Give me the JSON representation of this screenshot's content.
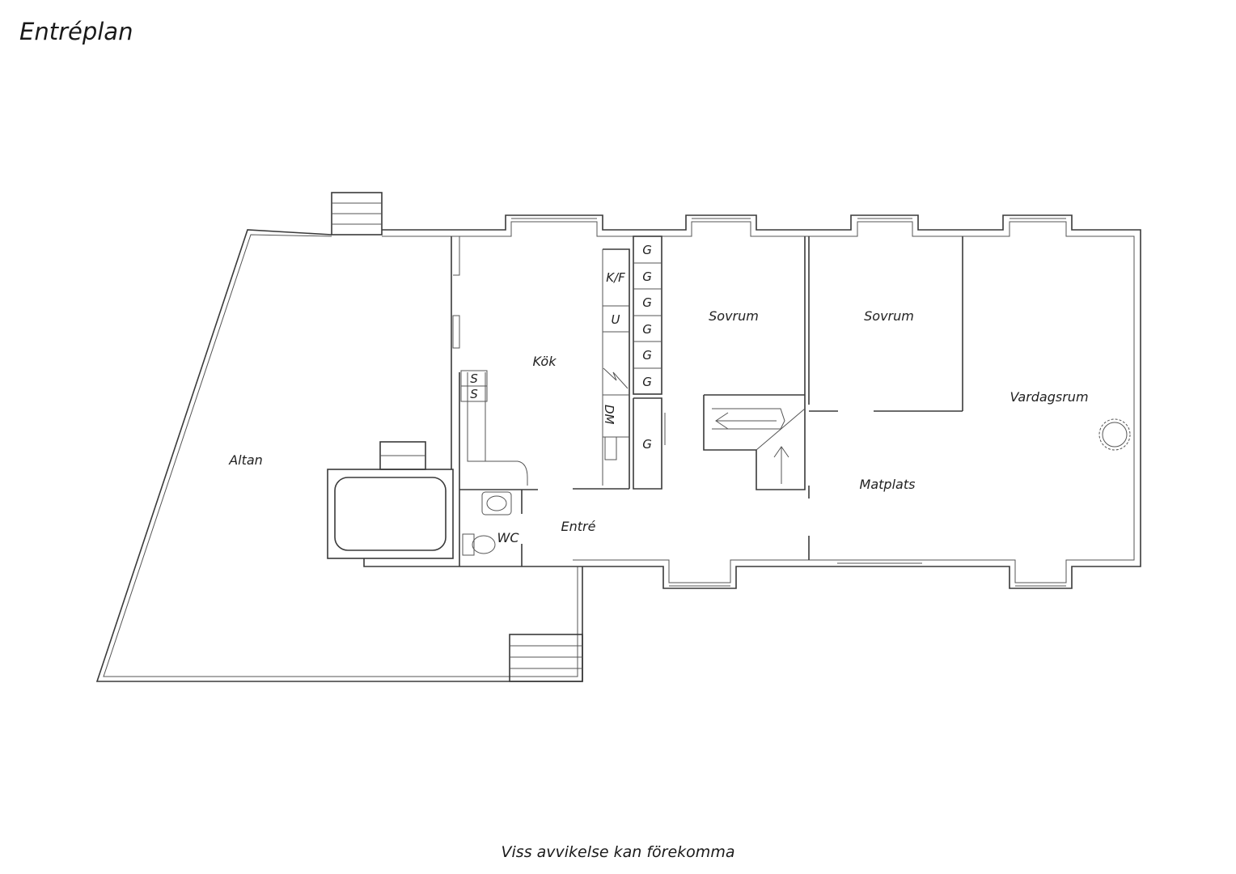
{
  "title": "Entréplan",
  "footer": "Viss avvikelse kan förekomma",
  "rooms": {
    "altan": "Altan",
    "kok": "Kök",
    "sovrum1": "Sovrum",
    "sovrum2": "Sovrum",
    "vardagsrum": "Vardagsrum",
    "matplats": "Matplats",
    "entre": "Entré",
    "wc": "WC"
  },
  "fixtures": {
    "kf": "K/F",
    "u": "U",
    "dm": "DM",
    "s": "S",
    "g": "G"
  }
}
